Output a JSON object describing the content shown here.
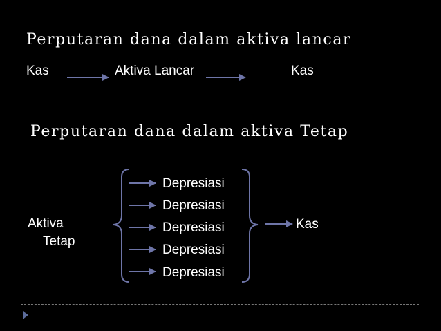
{
  "slide": {
    "section1": {
      "title": "Perputaran dana dalam aktiva lancar",
      "flow": [
        "Kas",
        "Aktiva Lancar",
        "Kas"
      ]
    },
    "section2": {
      "title": "Perputaran dana dalam aktiva Tetap",
      "source_line1": "Aktiva",
      "source_line2": "Tetap",
      "items": [
        "Depresiasi",
        "Depresiasi",
        "Depresiasi",
        "Depresiasi",
        "Depresiasi"
      ],
      "target": "Kas"
    }
  },
  "colors": {
    "background": "#000000",
    "text": "#ffffff",
    "arrow": "#6e75a8",
    "bullet": "#5b6b9a",
    "divider": "#777777"
  },
  "icons": [
    "arrow-right-icon",
    "left-brace-icon",
    "right-brace-icon",
    "bullet-triangle-icon"
  ]
}
